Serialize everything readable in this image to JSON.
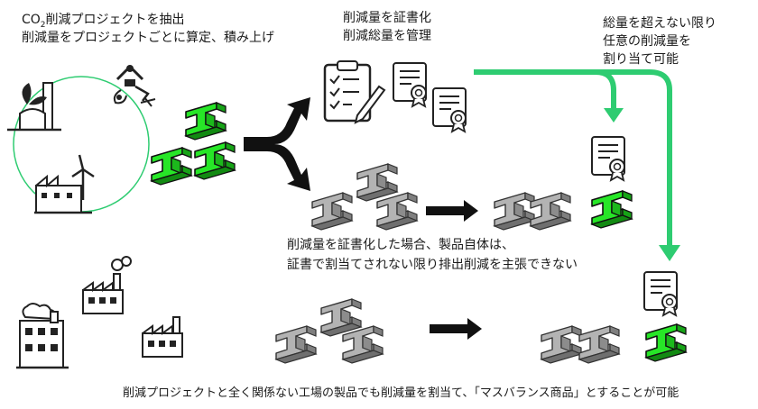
{
  "header": {
    "title_co": "CO",
    "title_sub": "2",
    "title_rest": "削減プロジェクトを抽出",
    "line2": "削減量をプロジェクトごとに算定、積み上げ"
  },
  "certify_note": {
    "line1": "削減量を証書化",
    "line2": "削減総量を管理"
  },
  "allocate_note": {
    "line1": "総量を超えない限り",
    "line2": "任意の削減量を",
    "line3": "割り当て可能"
  },
  "middle_note": {
    "line1": "削減量を証書化した場合、製品自体は、",
    "line2": "証書で割当てされない限り排出削減を主張できない"
  },
  "footer_note": "削減プロジェクトと全く関係ない工場の製品でも削減量を割当て、「マスバランス商品」とすることが可能",
  "colors": {
    "accent_green": "#2ecc71",
    "steel_green": "#22dd22",
    "steel_gray": "#a6a6a6",
    "arrow_black": "#111111",
    "icon_stroke": "#222222"
  },
  "icons": [
    "leaf-plant-icon",
    "robot-arm-icon",
    "wind-factory-icon",
    "checklist-icon",
    "certificate-icon",
    "factory-icon",
    "steel-beam-icon"
  ]
}
